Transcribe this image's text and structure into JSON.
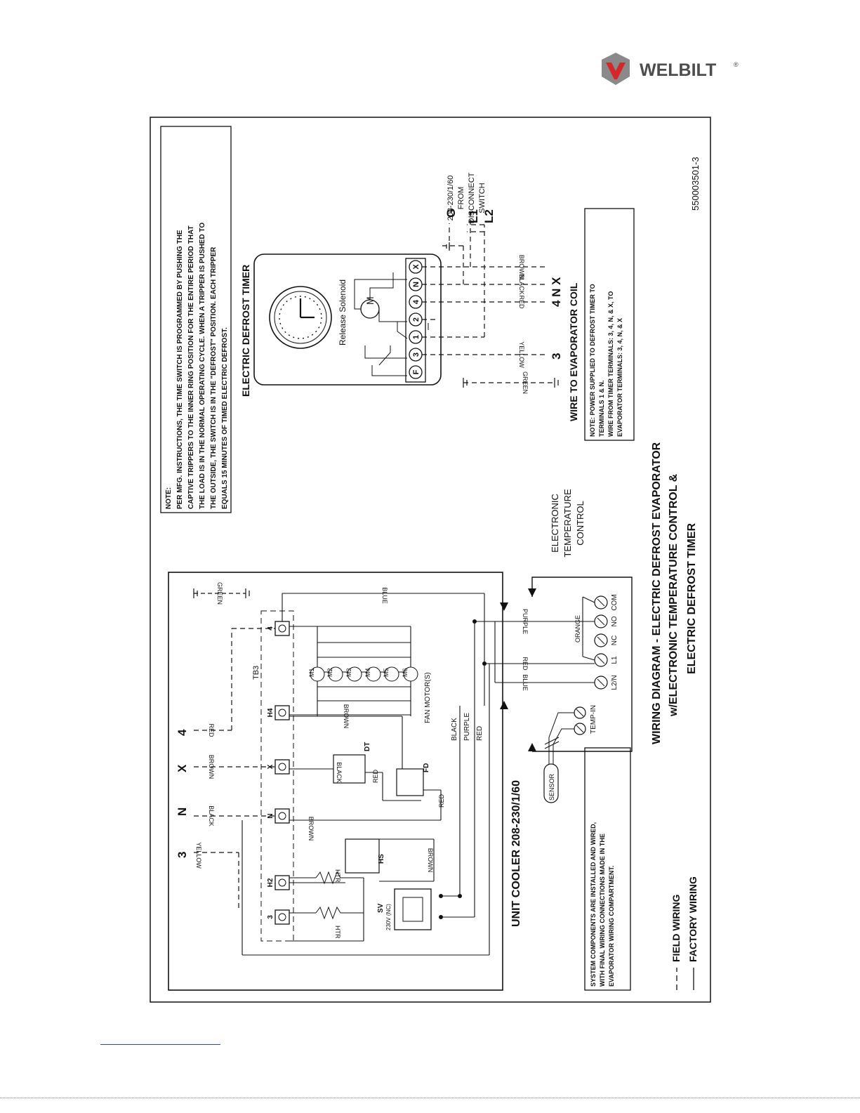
{
  "brand": {
    "name": "WELBILT",
    "mark": "®"
  },
  "diagram": {
    "title_line1": "WIRING DIAGRAM - ELECTRIC DEFROST EVAPORATOR",
    "title_line2": "w/ELECTRONIC TEMPERATURE CONTROL &",
    "title_line3": "ELECTRIC DEFROST TIMER",
    "part_number": "550003501-3",
    "legend_field": "FIELD WIRING",
    "legend_factory": "FACTORY WIRING",
    "unit_cooler_label": "UNIT COOLER 208-230/1/60",
    "timer_label": "ELECTRIC DEFROST TIMER",
    "release_solenoid": "Release Solenoid",
    "motor_symbol": "M",
    "wire_to_coil": "WIRE TO EVAPORATOR COIL",
    "supply_line1": "208-230/1/60",
    "supply_line2": "FROM",
    "supply_line3": "DISCONNECT",
    "supply_line4": "SWITCH",
    "etc_line1": "ELECTRONIC",
    "etc_line2": "TEMPERATURE",
    "etc_line3": "CONTROL",
    "sensor": "SENSOR",
    "temp_in": "TEMP-IN",
    "fan_motors": "FAN MOTOR(S)",
    "tb3": "TB3",
    "sv": "SV",
    "sv_rating": "230V (NC)",
    "htr": "HTR",
    "hs": "HS",
    "dt": "DT",
    "fd": "FD",
    "note_top_l1": "NOTE:",
    "note_top_l2": "PER MFG. INSTRUCTIONS, THE TIME SWITCH IS PROGRAMMED BY PUSHING THE",
    "note_top_l3": "CAPTIVE TRIPPERS TO THE INNER RING POSITION FOR THE ENTIRE PERIOD THAT",
    "note_top_l4": "THE LOAD IS IN THE NORMAL OPERATING CYCLE. WHEN A TRIPPER IS PUSHED TO",
    "note_top_l5": "THE OUTSIDE, THE SWITCH IS IN THE \"DEFROST\" POSITION. EACH TRIPPER",
    "note_top_l6": "EQUALS 15 MINUTES OF TIMED ELECTRIC DEFROST.",
    "note_power_l1": "NOTE: POWER SUPPLIED TO DEFROST TIMER TO",
    "note_power_l2": "TERMINALS 1 & N.",
    "note_power_l3": "WIRE FROM TIMER TERMINALS: 3, 4, N, & X, TO",
    "note_power_l4": "EVAPORATOR TERMINALS: 3, 4, N, & X",
    "note_sys_l1": "SYSTEM COMPONENTS ARE INSTALLED AND WIRED,",
    "note_sys_l2": "WITH FINAL WIRING CONNECTIONS MADE IN THE",
    "note_sys_l3": "EVAPORATOR WIRING COMPARTMENT.",
    "etc_terminals": [
      "L2/N",
      "L1",
      "NC",
      "NO",
      "COM"
    ],
    "timer_terminals": [
      "F",
      "3",
      "1",
      "2",
      "4",
      "N",
      "X"
    ],
    "unit_terminals": [
      "3",
      "H2",
      "N",
      "X",
      "H4",
      "4"
    ],
    "field_terms": [
      "3",
      "N",
      "X",
      "4"
    ],
    "supply_terms": [
      "G",
      "L1",
      "L2"
    ],
    "coil_terms": [
      "3",
      "4 N X"
    ],
    "motors": [
      "M1",
      "M2",
      "M3",
      "M4",
      "M5",
      "M6"
    ],
    "w_yellow": "YELLOW",
    "w_black": "BLACK",
    "w_brown": "BROWN",
    "w_red": "RED",
    "w_green": "GREEN",
    "w_blue": "BLUE",
    "w_purple": "PURPLE",
    "w_orange": "ORANGE"
  }
}
